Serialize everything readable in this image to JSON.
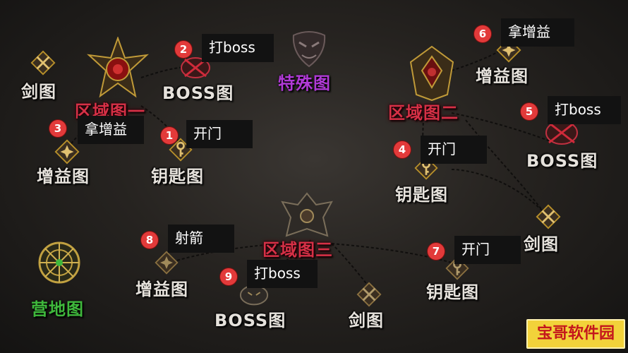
{
  "map": {
    "sword_label": "剑图",
    "buff_label": "增益图",
    "key_label": "钥匙图",
    "boss_label": "BOSS图",
    "special_label": "特殊图",
    "camp_label": "营地图",
    "zone1_label": "区域图一",
    "zone2_label": "区域图二",
    "zone3_label": "区域图三"
  },
  "steps": [
    {
      "n": "1",
      "text": "开门"
    },
    {
      "n": "2",
      "text": "打boss"
    },
    {
      "n": "3",
      "text": "拿增益"
    },
    {
      "n": "4",
      "text": "开门"
    },
    {
      "n": "5",
      "text": "打boss"
    },
    {
      "n": "6",
      "text": "拿增益"
    },
    {
      "n": "7",
      "text": "开门"
    },
    {
      "n": "8",
      "text": "射箭"
    },
    {
      "n": "9",
      "text": "打boss"
    }
  ],
  "watermark": "宝哥软件园",
  "colors": {
    "badge": "#e23a3a",
    "zone": "#d63046",
    "special": "#b03ad6",
    "camp": "#3fb83c",
    "gold": "#b8902a"
  }
}
